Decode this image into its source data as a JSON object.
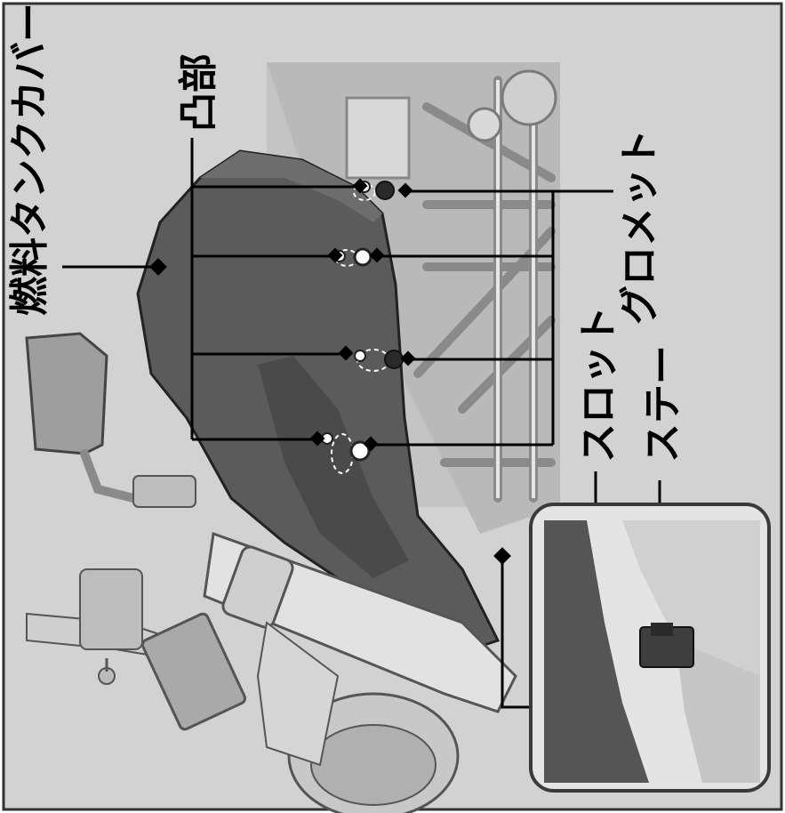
{
  "labels": {
    "fuel_tank_cover": "燃料タンクカバー",
    "boss": "凸部",
    "grommet": "グロメット",
    "slot": "スロット",
    "stay": "ステー"
  },
  "colors": {
    "panel_bg": "#d2d2d2",
    "cover_dark": "#5b5b5b",
    "leader_line": "#000000",
    "inset_border": "#3a3a3a"
  }
}
